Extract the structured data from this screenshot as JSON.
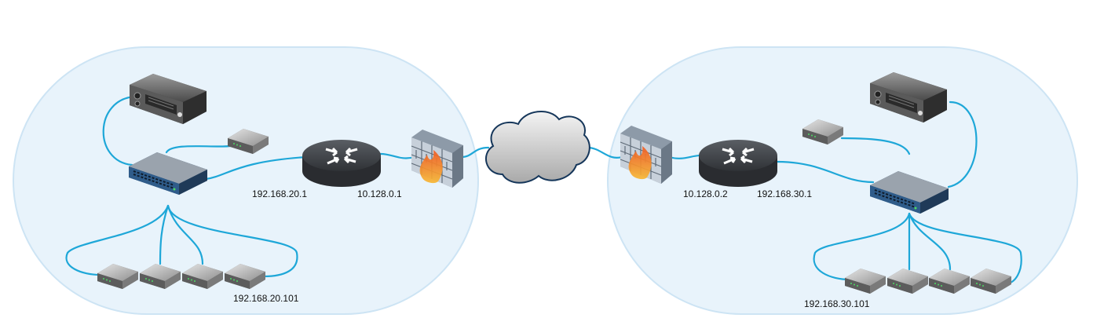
{
  "labels": {
    "left_router_lan_ip": "192.168.20.1",
    "left_router_wan_ip": "10.128.0.1",
    "left_client_ip": "192.168.20.101",
    "right_router_wan_ip": "10.128.0.2",
    "right_router_lan_ip": "192.168.30.1",
    "right_client_ip": "192.168.30.101"
  },
  "colors": {
    "zone_fill": "#e8f3fb",
    "zone_stroke": "#cde4f4",
    "link": "#1ea7d8",
    "router_body": "#3a3d42",
    "switch_front": "#2f5c8a",
    "flame": "#f08a1c"
  },
  "icons": [
    "server-icon",
    "switch-icon",
    "router-icon",
    "firewall-icon",
    "cloud-icon",
    "client-device-icon"
  ]
}
